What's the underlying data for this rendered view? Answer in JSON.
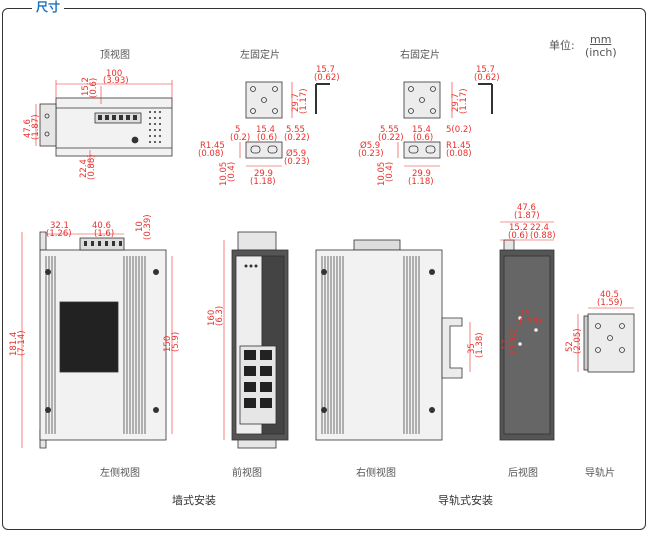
{
  "header": {
    "title": "尺寸"
  },
  "unit": {
    "label": "单位:",
    "top": "mm",
    "bottom": "(inch)"
  },
  "views": {
    "top": "顶视图",
    "left_bracket": "左固定片",
    "right_bracket": "右固定片",
    "left_side": "左侧视图",
    "front": "前视图",
    "right_side": "右侧视图",
    "rear": "后视图",
    "rail_clip": "导轨片"
  },
  "sections": {
    "wall": "墙式安装",
    "din": "导轨式安装"
  },
  "dims": {
    "top_w": [
      "100",
      "(3.93)"
    ],
    "top_h1": [
      "15.2",
      "(0.6)"
    ],
    "top_h2": [
      "47.6",
      "(1.87)"
    ],
    "top_h3": [
      "22.4",
      "(0.88)"
    ],
    "lb_h": [
      "29.7",
      "(1.17)"
    ],
    "lb_t": [
      "15.7",
      "(0.62)"
    ],
    "lb_a": [
      "5",
      "(0.2)"
    ],
    "lb_b": [
      "15.4",
      "(0.6)"
    ],
    "lb_c": [
      "5.55",
      "(0.22)"
    ],
    "lb_r": [
      "R1.45",
      "(0.08)"
    ],
    "lb_d": [
      "Ø5.9",
      "(0.23)"
    ],
    "lb_e": [
      "10.05",
      "(0.4)"
    ],
    "lb_w": [
      "29.9",
      "(1.18)"
    ],
    "rb_h": [
      "29.7",
      "(1.17)"
    ],
    "rb_t": [
      "15.7",
      "(0.62)"
    ],
    "rb_a": [
      "5.55",
      "(0.22)"
    ],
    "rb_b": [
      "15.4",
      "(0.6)"
    ],
    "rb_c": [
      "5(0.2)",
      ""
    ],
    "rb_d": [
      "Ø5.9",
      "(0.23)"
    ],
    "rb_r": [
      "R1.45",
      "(0.08)"
    ],
    "rb_e": [
      "10.05",
      "(0.4)"
    ],
    "rb_w": [
      "29.9",
      "(1.18)"
    ],
    "ls_a": [
      "32.1",
      "(1.26)"
    ],
    "ls_b": [
      "40.6",
      "(1.6)"
    ],
    "ls_c": [
      "10",
      "(0.39)"
    ],
    "ls_h": [
      "181.4",
      "(7.14)"
    ],
    "ls_h2": [
      "150",
      "(5.9)"
    ],
    "fr_h": [
      "160",
      "(6.3)"
    ],
    "rs_h": [
      "35",
      "(1.38)"
    ],
    "rv_w": [
      "47.6",
      "(1.87)"
    ],
    "rv_a": [
      "15.2",
      "(0.6)"
    ],
    "rv_b": [
      "22.4",
      "(0.88)"
    ],
    "rv_c": [
      "15",
      "(0.59)"
    ],
    "rv_d": [
      "17",
      "(0.67)"
    ],
    "rc_w": [
      "40.5",
      "(1.59)"
    ],
    "rc_h": [
      "52",
      "(2.05)"
    ]
  },
  "colors": {
    "dim": "#e8302b",
    "line": "#333333",
    "fill": "#e6e6e6",
    "dark": "#222222"
  }
}
